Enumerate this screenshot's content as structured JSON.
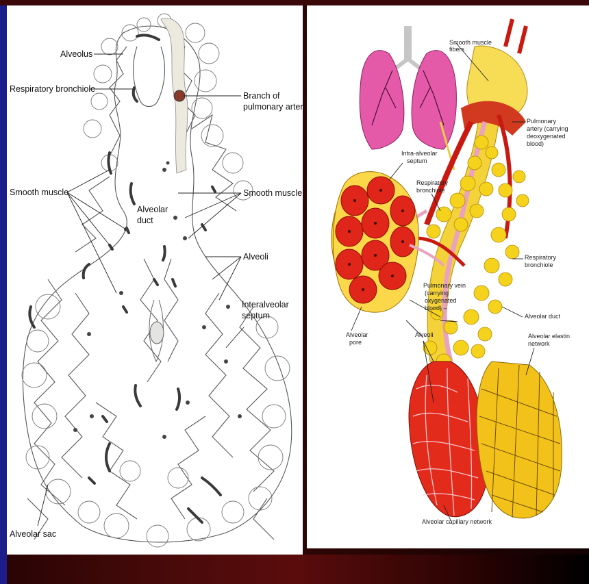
{
  "left_diagram": {
    "labels": {
      "alveolus": "Alveolus",
      "respiratory_bronchiole": "Respiratory bronchiole",
      "branch_pulmonary_artery_1": "Branch of",
      "branch_pulmonary_artery_2": "pulmonary artery",
      "smooth_muscle_left": "Smooth muscle",
      "smooth_muscle_right": "Smooth muscle",
      "alveolar_duct_1": "Alveolar",
      "alveolar_duct_2": "duct",
      "alveoli": "Alveoli",
      "interalveolar_septum_1": "Interalveolar",
      "interalveolar_septum_2": "septum",
      "alveolar_sac": "Alveolar sac"
    }
  },
  "right_diagram": {
    "labels": {
      "smooth_muscle_fibers_1": "Smooth muscle",
      "smooth_muscle_fibers_2": "fibers",
      "pulmonary_artery_1": "Pulmonary",
      "pulmonary_artery_2": "artery (carrying",
      "pulmonary_artery_3": "deoxygenated",
      "pulmonary_artery_4": "blood)",
      "intra_alveolar_septum_1": "Intra-alveolar",
      "intra_alveolar_septum_2": "septum",
      "respiratory_bronchiole_upper_1": "Respiratory",
      "respiratory_bronchiole_upper_2": "bronchiole",
      "respiratory_bronchiole_right_1": "Respiratory",
      "respiratory_bronchiole_right_2": "bronchiole",
      "pulmonary_vein_1": "Pulmonary vein",
      "pulmonary_vein_2": "(carrying",
      "pulmonary_vein_3": "oxygenated",
      "pulmonary_vein_4": "blood) –",
      "alveolar_duct": "Alveolar duct",
      "alveolar_elastin_1": "Alveolar elastin",
      "alveolar_elastin_2": "network",
      "alveolar_pore_1": "Alveolar",
      "alveolar_pore_2": "pore",
      "alveoli": "Alveoli",
      "alveolar_capillary": "Alveolar capillary network"
    },
    "colors": {
      "alveolus_red": "#e0261a",
      "alveolus_yellow": "#f5d21c",
      "vessel_red": "#c81a10",
      "vein_pink": "#e9a3c0",
      "lung_pink": "#e45aa8"
    }
  }
}
